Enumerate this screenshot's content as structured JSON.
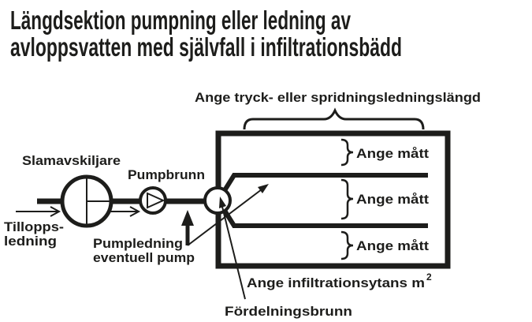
{
  "title": {
    "line1": "Längdsektion pumpning eller ledning av",
    "line2": "avloppsvatten med självfall i infiltrationsbädd"
  },
  "diagram": {
    "length_note": "Ange tryck- eller spridningsledningslängd",
    "septic_tank_label": "Slamavskiljare",
    "pump_well_label": "Pumpbrunn",
    "inlet_label_line1": "Tillopps-",
    "inlet_label_line2": "ledning",
    "pump_line_label_line1": "Pumpledning",
    "pump_line_label_line2": "eventuell pump",
    "measure_label": "Ange mått",
    "infiltration_area_label": "Ange infiltrationsytans m",
    "infiltration_area_sup": "2",
    "distribution_well_label": "Fördelningsbrunn"
  },
  "colors": {
    "ink": "#1d1d1b",
    "background": "#ffffff"
  }
}
